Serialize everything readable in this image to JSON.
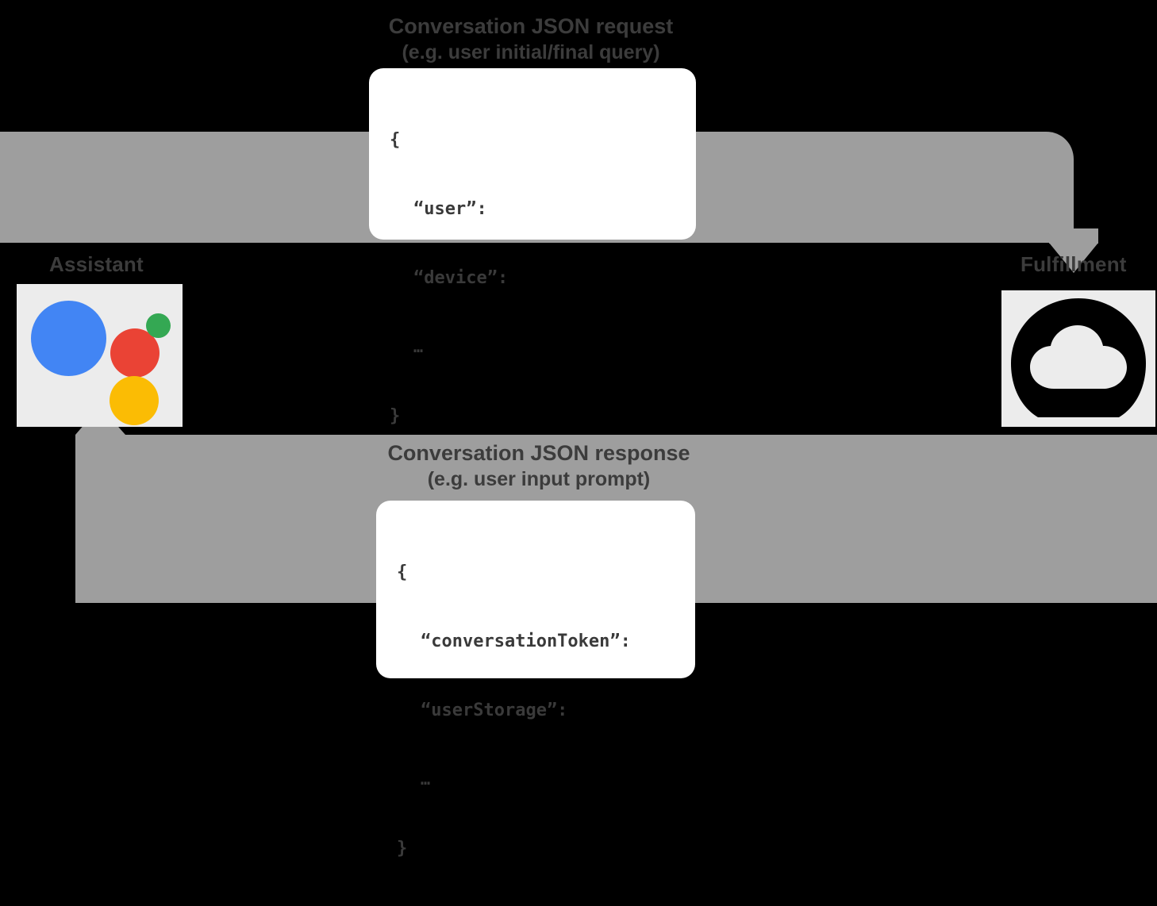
{
  "diagram": {
    "title": "Google Assistant conversation request/response flow",
    "background_color": "#000000",
    "arrow_color": "#9e9e9e",
    "label_color": "#3c3c3c",
    "card_background": "#ffffff"
  },
  "endpoints": {
    "left": {
      "label": "Assistant",
      "icon": "google-assistant-icon",
      "tile_color": "#ececec",
      "dots": [
        {
          "name": "blue-dot",
          "color": "#4285F4"
        },
        {
          "name": "red-dot",
          "color": "#EA4335"
        },
        {
          "name": "green-dot",
          "color": "#34A853"
        },
        {
          "name": "yellow-dot",
          "color": "#FBBC04"
        }
      ]
    },
    "right": {
      "label": "Fulfillment",
      "icon": "cloud-icon",
      "tile_color": "#ececec",
      "icon_color": "#000000"
    }
  },
  "flows": {
    "request": {
      "title": "Conversation JSON request",
      "subtitle": "(e.g. user initial/final query)",
      "direction": "assistant-to-fulfillment",
      "code": {
        "open_brace": "{",
        "keys": [
          "“user”:",
          "“device”:"
        ],
        "ellipsis": "…",
        "close_brace": "}"
      }
    },
    "response": {
      "title": "Conversation JSON response",
      "subtitle": "(e.g. user input prompt)",
      "direction": "fulfillment-to-assistant",
      "code": {
        "open_brace": "{",
        "keys": [
          "“conversationToken”:",
          "“userStorage”:"
        ],
        "ellipsis": "…",
        "close_brace": "}"
      }
    }
  }
}
